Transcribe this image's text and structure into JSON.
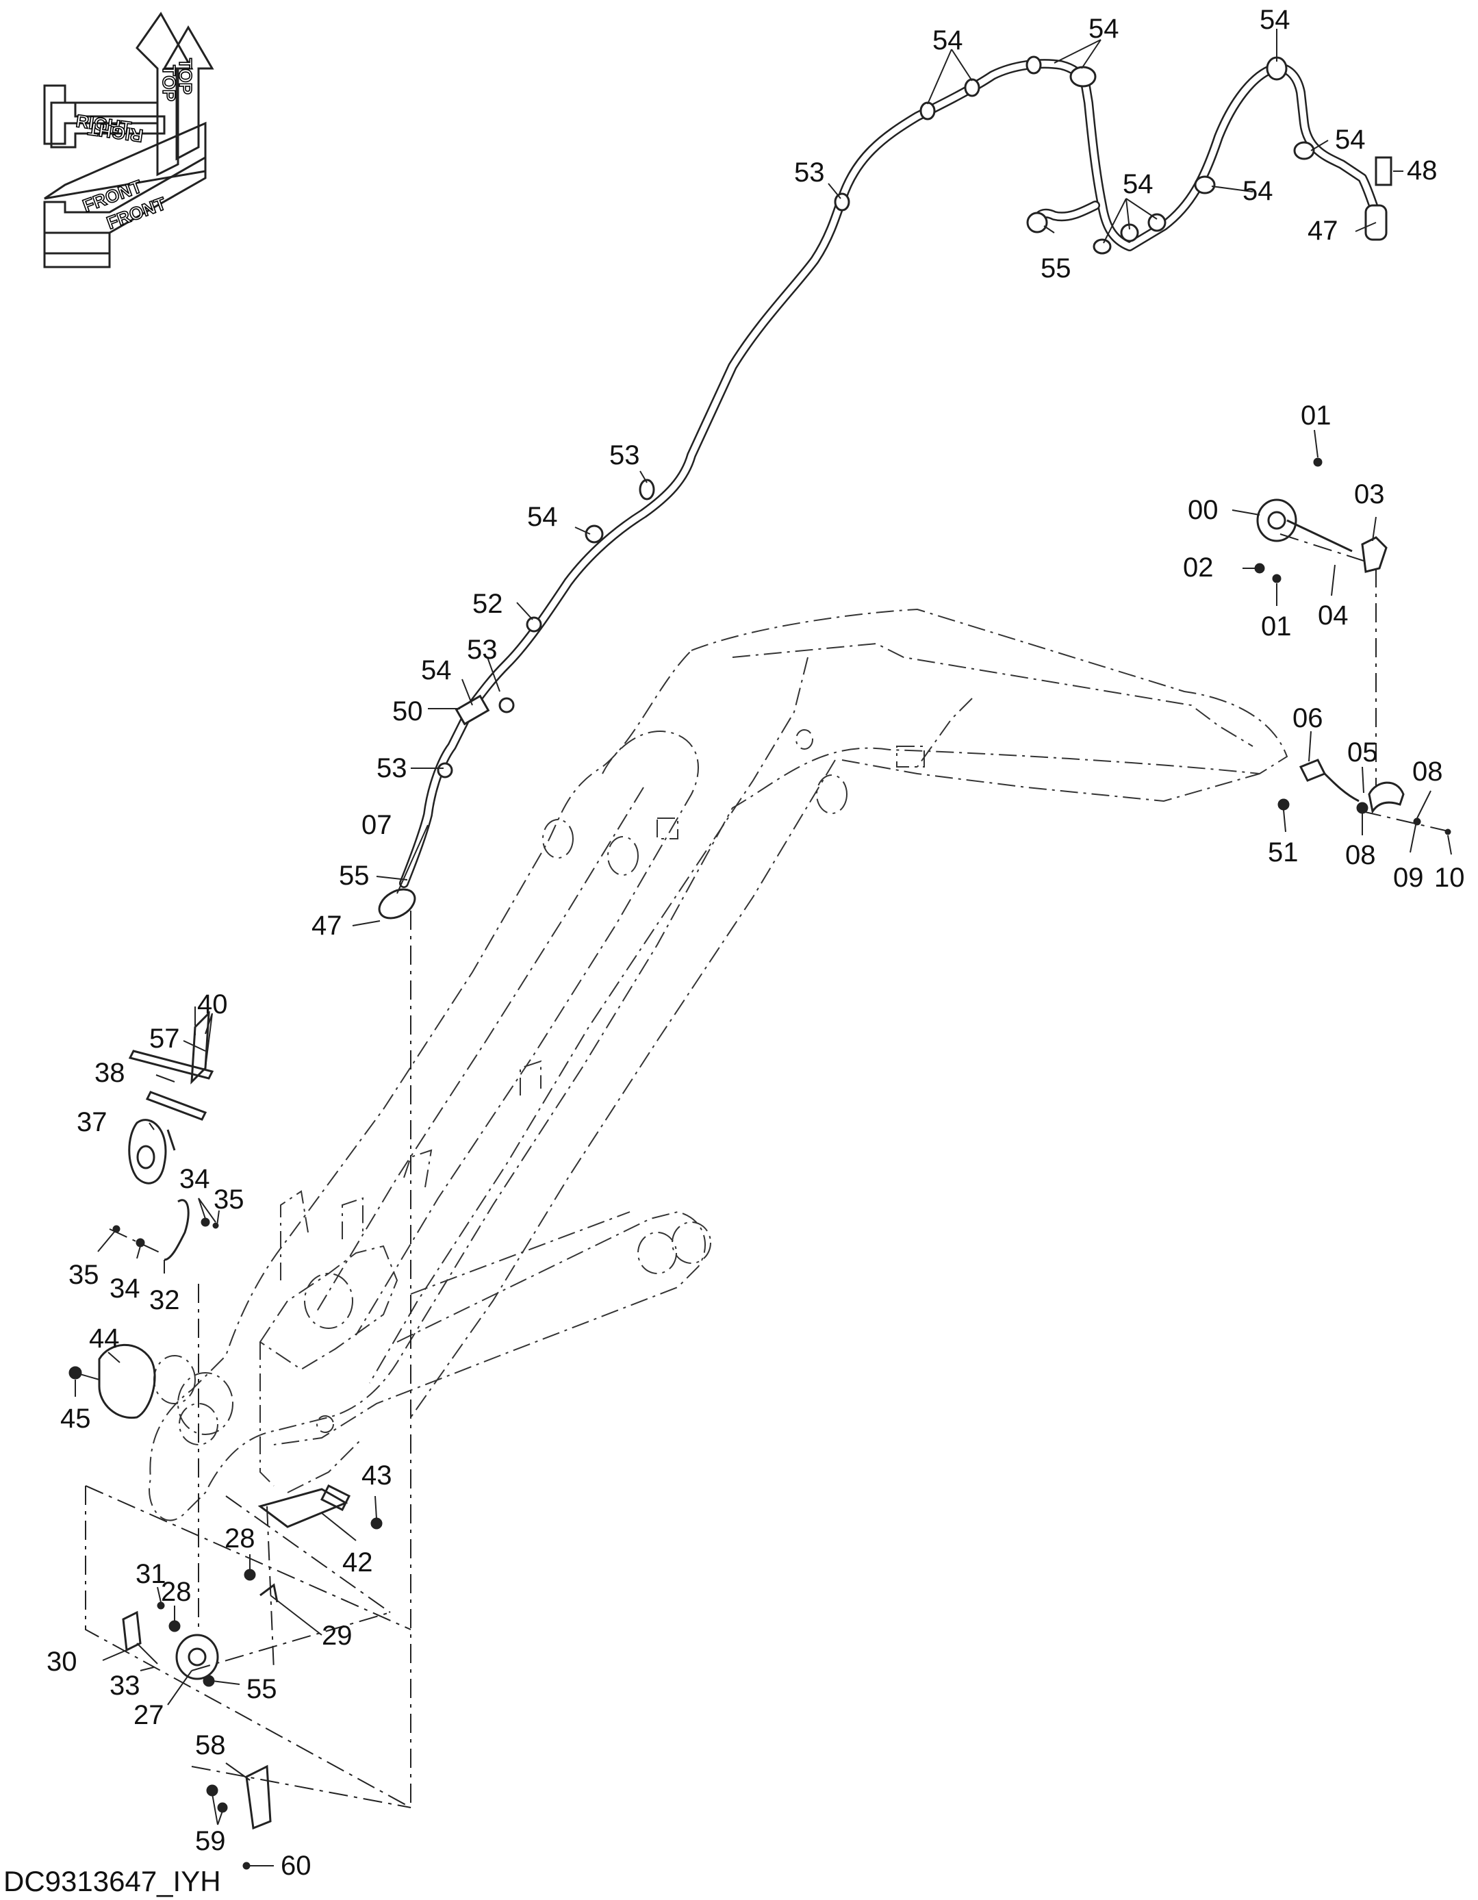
{
  "drawing_ref": "DC9313647_IYH",
  "orientation": {
    "top": "TOP",
    "right": "RIGHT",
    "front": "FRONT"
  },
  "callouts": [
    {
      "id": "c54a",
      "text": "54"
    },
    {
      "id": "c54b",
      "text": "54"
    },
    {
      "id": "c54c",
      "text": "54"
    },
    {
      "id": "c54d",
      "text": "54"
    },
    {
      "id": "c48",
      "text": "48"
    },
    {
      "id": "c53a",
      "text": "53"
    },
    {
      "id": "c54e",
      "text": "54"
    },
    {
      "id": "c54f",
      "text": "54"
    },
    {
      "id": "c47a",
      "text": "47"
    },
    {
      "id": "c55a",
      "text": "55"
    },
    {
      "id": "c01a",
      "text": "01"
    },
    {
      "id": "c53b",
      "text": "53"
    },
    {
      "id": "c00",
      "text": "00"
    },
    {
      "id": "c03",
      "text": "03"
    },
    {
      "id": "c54g",
      "text": "54"
    },
    {
      "id": "c02",
      "text": "02"
    },
    {
      "id": "c52",
      "text": "52"
    },
    {
      "id": "c01b",
      "text": "01"
    },
    {
      "id": "c04",
      "text": "04"
    },
    {
      "id": "c53c",
      "text": "53"
    },
    {
      "id": "c54h",
      "text": "54"
    },
    {
      "id": "c50",
      "text": "50"
    },
    {
      "id": "c06",
      "text": "06"
    },
    {
      "id": "c05",
      "text": "05"
    },
    {
      "id": "c08a",
      "text": "08"
    },
    {
      "id": "c53d",
      "text": "53"
    },
    {
      "id": "c51",
      "text": "51"
    },
    {
      "id": "c07",
      "text": "07"
    },
    {
      "id": "c08b",
      "text": "08"
    },
    {
      "id": "c09",
      "text": "09"
    },
    {
      "id": "c10",
      "text": "10"
    },
    {
      "id": "c55b",
      "text": "55"
    },
    {
      "id": "c47b",
      "text": "47"
    },
    {
      "id": "c40",
      "text": "40"
    },
    {
      "id": "c57",
      "text": "57"
    },
    {
      "id": "c38",
      "text": "38"
    },
    {
      "id": "c37",
      "text": "37"
    },
    {
      "id": "c34a",
      "text": "34"
    },
    {
      "id": "c35a",
      "text": "35"
    },
    {
      "id": "c35b",
      "text": "35"
    },
    {
      "id": "c34b",
      "text": "34"
    },
    {
      "id": "c32",
      "text": "32"
    },
    {
      "id": "c44",
      "text": "44"
    },
    {
      "id": "c45",
      "text": "45"
    },
    {
      "id": "c43",
      "text": "43"
    },
    {
      "id": "c28a",
      "text": "28"
    },
    {
      "id": "c42",
      "text": "42"
    },
    {
      "id": "c31",
      "text": "31"
    },
    {
      "id": "c28b",
      "text": "28"
    },
    {
      "id": "c29",
      "text": "29"
    },
    {
      "id": "c30",
      "text": "30"
    },
    {
      "id": "c33",
      "text": "33"
    },
    {
      "id": "c55c",
      "text": "55"
    },
    {
      "id": "c27",
      "text": "27"
    },
    {
      "id": "c58",
      "text": "58"
    },
    {
      "id": "c59",
      "text": "59"
    },
    {
      "id": "c60",
      "text": "60"
    }
  ]
}
